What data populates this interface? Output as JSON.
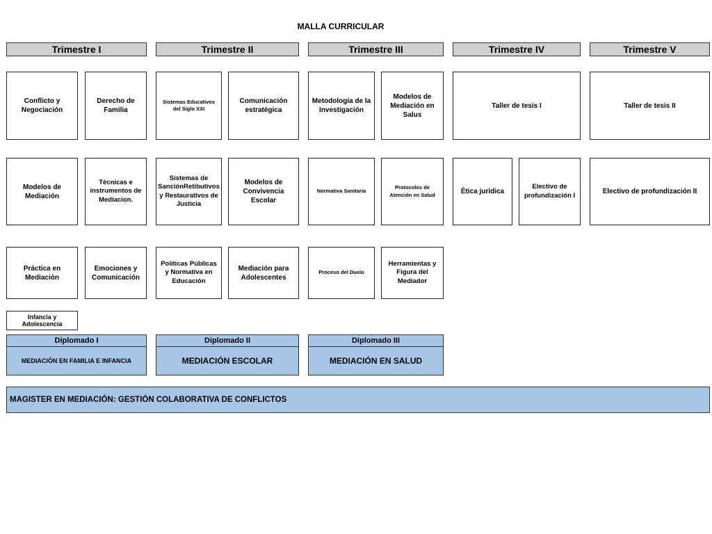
{
  "title": "MALLA CURRICULAR",
  "trimesters": [
    "Trimestre I",
    "Trimestre II",
    "Trimestre III",
    "Trimestre IV",
    "Trimestre V"
  ],
  "courses": {
    "t1": [
      "Conflicto y Negociación",
      "Derecho de Familia",
      "Modelos de Mediación",
      "Técnicas e instrumentos de Mediacion.",
      "Práctica en Mediación",
      "Emociones y Comunicación",
      "Infancia y Adolescencia"
    ],
    "t2": [
      "Sistemas Educativos del Siglo XXI",
      "Comunicación estratégica",
      "Sistemas de SanciónRetibutivos y Restaurativos de Justicia",
      "Modelos de Convivencia Escolar",
      "Políticas Públicas y Normativa en Educación",
      "Mediación para Adolescentes"
    ],
    "t3": [
      "Metodología de la Investigación",
      "Modelos de Mediación en Salus",
      "Normativa Sanitaria",
      "Protocolos de Atención en Salud",
      "Proceso del Duelo",
      "Herramientas y Figura del Mediador"
    ],
    "t4": [
      "Taller de tesis I",
      "Ética jurídica",
      "Electivo de profundización  I"
    ],
    "t5": [
      "Taller de tesis II",
      "Electivo de profundización  II"
    ]
  },
  "diplomados": [
    {
      "label": "Diplomado I",
      "name": "MEDIACIÓN EN FAMILIA E INFANCIA"
    },
    {
      "label": "Diplomado II",
      "name": "MEDIACIÓN ESCOLAR"
    },
    {
      "label": "Diplomado III",
      "name": "MEDIACIÓN EN SALUD"
    }
  ],
  "magister": "MAGISTER EN MEDIACIÓN: GESTIÓN COLABORATIVA DE CONFLICTOS",
  "colors": {
    "header_gray": "#d0d0d0",
    "diplomado_blue": "#a7c6e8",
    "border": "#333333"
  }
}
